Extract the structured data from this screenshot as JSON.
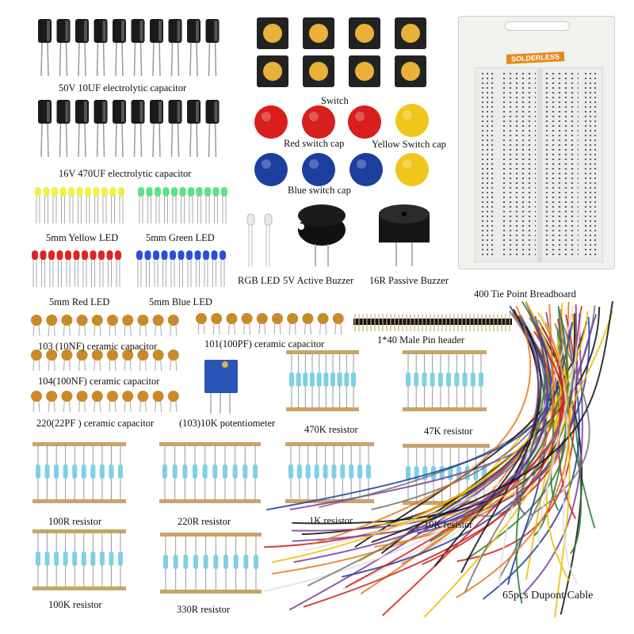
{
  "labels": {
    "cap_50v": "50V 10UF electrolytic capacitor",
    "cap_16v": "16V 470UF electrolytic capacitor",
    "switch": "Switch",
    "red_cap": "Red switch cap",
    "yellow_cap": "Yellow Switch cap",
    "blue_cap": "Blue switch cap",
    "led_yellow": "5mm Yellow LED",
    "led_green": "5mm Green LED",
    "led_red": "5mm Red LED",
    "led_blue": "5mm Blue LED",
    "rgb_led": "RGB LED",
    "active_buzzer": "5V Active Buzzer",
    "passive_buzzer": "16R Passive Buzzer",
    "breadboard": "400 Tie Point Breadboard",
    "pin_header": "1*40 Male Pin header",
    "cer_103": "103 (10NF) ceramic capacitor",
    "cer_101": "101(100PF) ceramic capacitor",
    "cer_104": "104(100NF) ceramic capacitor",
    "cer_220": "220(22PF ) ceramic capacitor",
    "pot": "(103)10K potentiometer",
    "res_470k": "470K resistor",
    "res_47k": "47K resistor",
    "res_100r": "100R resistor",
    "res_220r": "220R resistor",
    "res_1k": "1K resistor",
    "res_10k": "10K resistor",
    "res_100k": "100K resistor",
    "res_330r": "330R resistor",
    "dupont": "65pcs Dupont Cable",
    "breadboard_brand": "SOLDERLESS"
  },
  "colors": {
    "capacitor": "#1a1a1a",
    "switch_body": "#222222",
    "switch_button": "#e8b23a",
    "red_cap": "#d81e1e",
    "yellow_cap": "#f0c61c",
    "blue_cap": "#1c3f9e",
    "led_yellow": "#f3ee4a",
    "led_green": "#5fe08a",
    "led_red": "#e02323",
    "led_blue": "#2c4fd8",
    "ceramic": "#c98a2a",
    "resistor_body": "#7fd0e6",
    "resistor_strip": "#c9a46a",
    "breadboard": "#eeeeea",
    "potentiometer": "#2b54b8"
  }
}
